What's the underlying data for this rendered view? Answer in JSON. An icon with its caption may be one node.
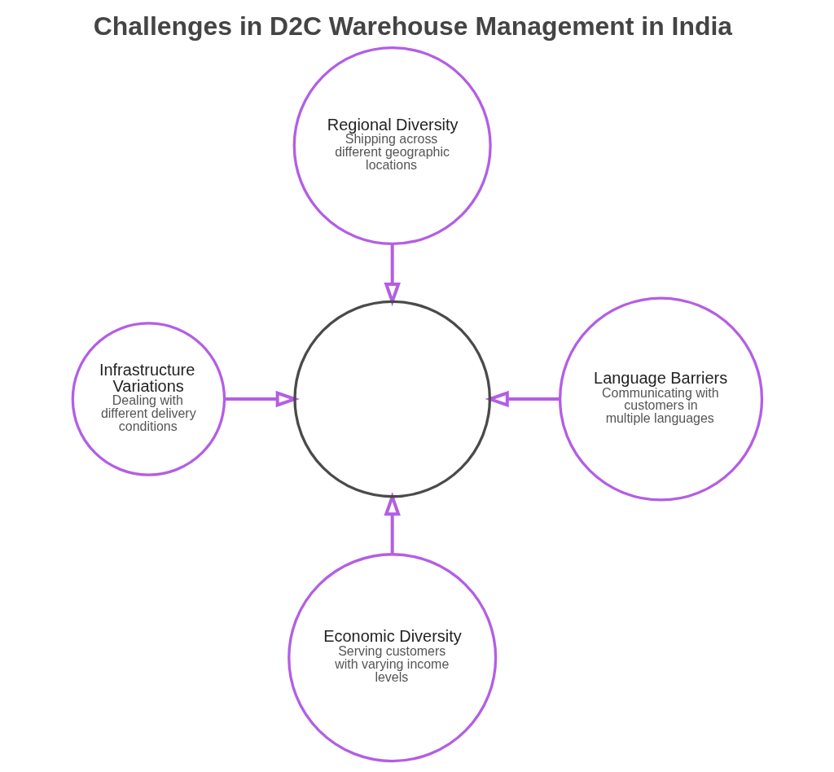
{
  "diagram": {
    "title": "Challenges in D2C Warehouse Management in India",
    "nodes": [
      {
        "text": [
          "Regional Diversity",
          "Shipping across different geographic locations"
        ]
      },
      {
        "text": [
          "Infrastructure Variations",
          "Dealing with different delivery conditions"
        ]
      },
      {
        "text": [],
        "shape": "circle"
      },
      {
        "text": [
          "Language Barriers",
          "Communicating with customers in multiple languages"
        ]
      },
      {
        "text": [
          "Economic Diversity",
          "Serving customers with varying income levels"
        ]
      }
    ],
    "edges": [
      {
        "from": 0,
        "to": 2,
        "arrow": "to"
      },
      {
        "from": 1,
        "to": 2,
        "arrow": "to"
      },
      {
        "from": 3,
        "to": 2,
        "arrow": "to"
      },
      {
        "from": 4,
        "to": 2,
        "arrow": "to"
      }
    ]
  }
}
